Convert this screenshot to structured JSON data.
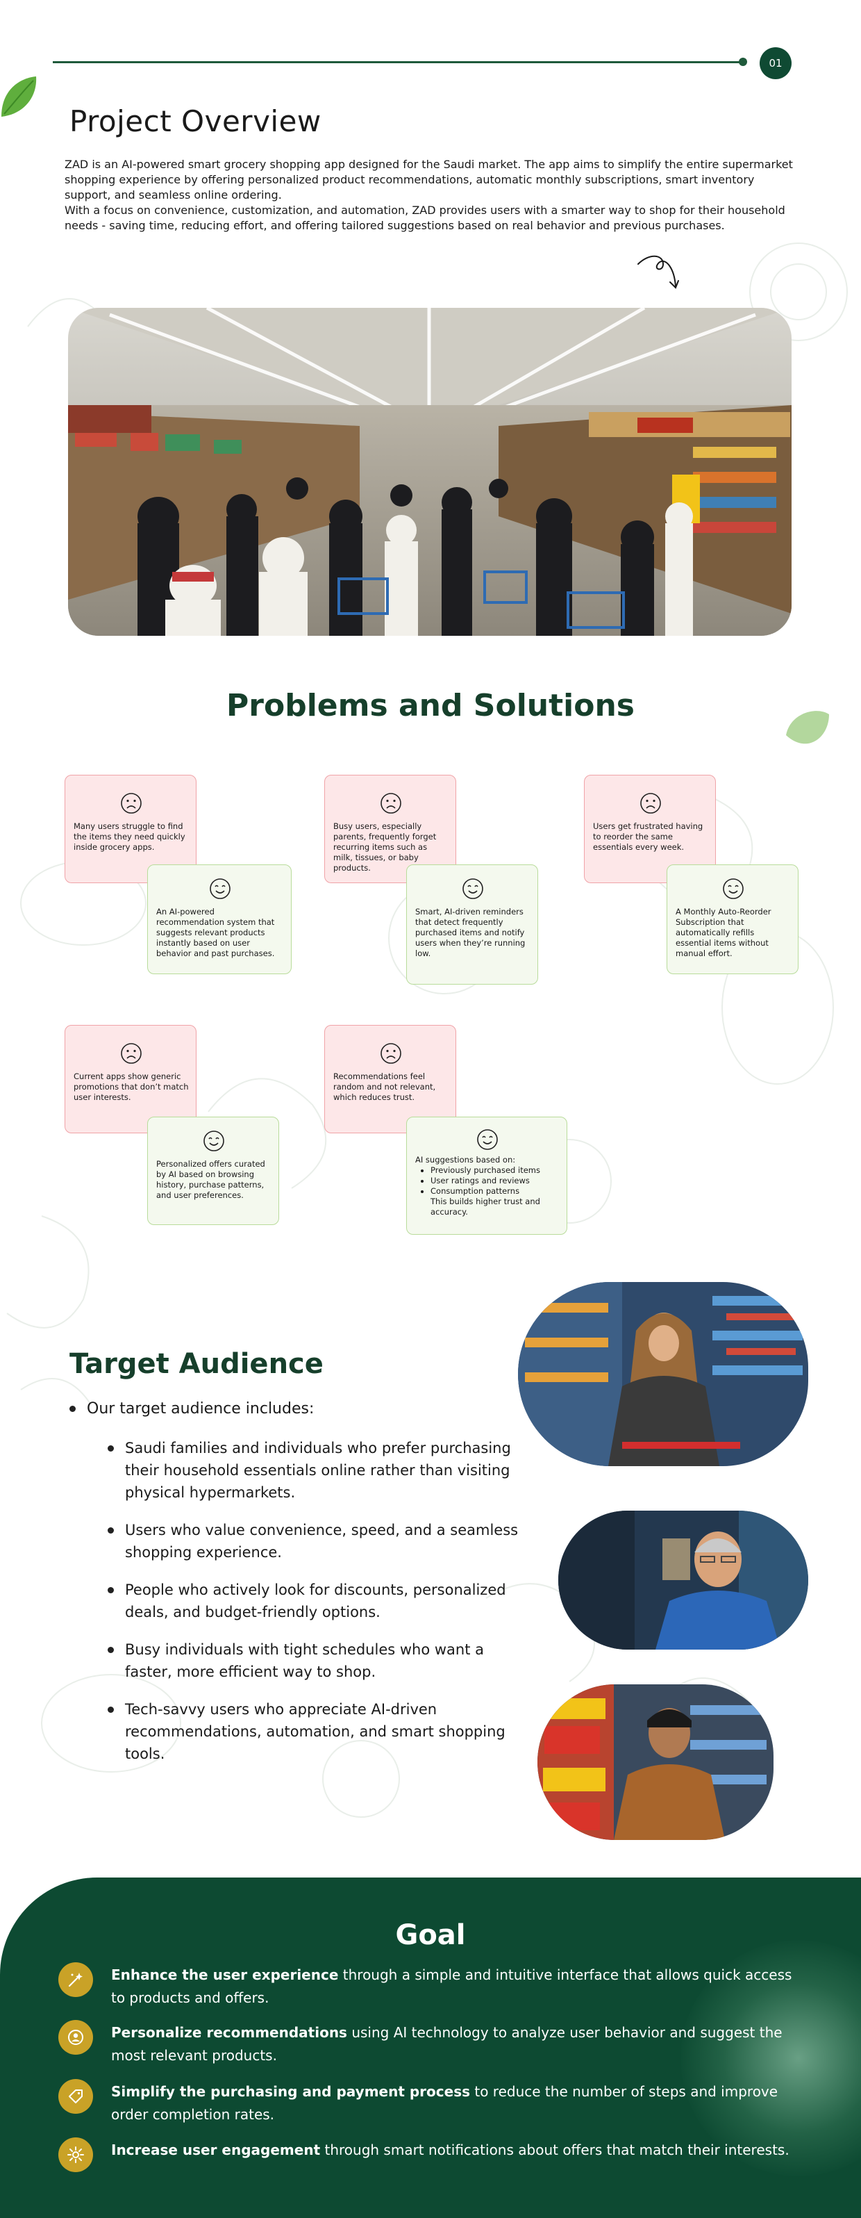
{
  "header": {
    "page_number": "01"
  },
  "overview": {
    "title": "Project Overview",
    "paragraph_1": "ZAD is an AI-powered smart grocery shopping app designed for the Saudi market. The app aims to simplify the entire supermarket shopping experience by offering personalized product recommendations, automatic monthly subscriptions, smart inventory support, and seamless online ordering.",
    "paragraph_2": " With a focus on convenience, customization, and automation, ZAD provides users with a smarter way to shop for their household needs - saving time, reducing effort, and offering tailored suggestions based on real behavior and previous purchases."
  },
  "problems": {
    "title": "Problems and Solutions",
    "pairs": [
      {
        "problem": "Many users struggle to find the items they need quickly inside grocery apps.",
        "solution": "An AI-powered recommendation system that suggests relevant products instantly based on user behavior and past purchases."
      },
      {
        "problem": "Busy users, especially parents, frequently forget recurring items such as milk, tissues, or baby products.",
        "solution": "Smart, AI-driven reminders that detect frequently purchased items and notify users when they’re running low."
      },
      {
        "problem": "Users get frustrated having to reorder the same essentials every week.",
        "solution": "A Monthly Auto-Reorder Subscription that automatically refills essential items without manual effort."
      },
      {
        "problem": "Current apps show generic promotions that don’t match user interests.",
        "solution": "Personalized offers curated by AI based on browsing history, purchase patterns, and user preferences."
      },
      {
        "problem": "Recommendations feel random and not relevant, which reduces trust.",
        "solution_intro": "AI suggestions based on:",
        "solution_bullets": [
          "Previously purchased items",
          "User ratings and reviews",
          "Consumption patterns"
        ],
        "solution_outro": "This builds higher trust and accuracy."
      }
    ]
  },
  "audience": {
    "title": "Target Audience",
    "lead": "Our target audience includes:",
    "items": [
      "Saudi families and individuals who prefer purchasing their household essentials online rather than visiting physical hypermarkets.",
      "Users who value convenience, speed, and a seamless shopping experience.",
      "People who actively look for discounts, personalized deals, and budget-friendly options.",
      "Busy individuals with tight schedules who want a faster, more efficient way to shop.",
      "Tech-savvy users who appreciate AI-driven recommendations, automation, and smart shopping tools."
    ]
  },
  "goal": {
    "title": "Goal",
    "items": [
      {
        "bold": "Enhance the user experience",
        "rest": " through a simple and intuitive interface that allows quick access to products and offers.",
        "icon": "sparkle-wand-icon"
      },
      {
        "bold": "Personalize recommendations",
        "rest": " using AI technology to analyze user behavior and suggest the most relevant products.",
        "icon": "user-badge-icon"
      },
      {
        "bold": "Simplify the purchasing and payment process",
        "rest": " to reduce the number of steps and improve order completion rates.",
        "icon": "payment-tag-icon"
      },
      {
        "bold": "Increase user engagement",
        "rest": " through smart notifications about offers that match their interests.",
        "icon": "engagement-gear-icon"
      }
    ]
  },
  "colors": {
    "brand_green": "#0d4a32",
    "heading_green": "#163f2b",
    "gold": "#c9a227",
    "problem_bg": "#fde7e8",
    "problem_border": "#f0a3a8",
    "solution_bg": "#f4f9ee",
    "solution_border": "#b9dc9b"
  }
}
